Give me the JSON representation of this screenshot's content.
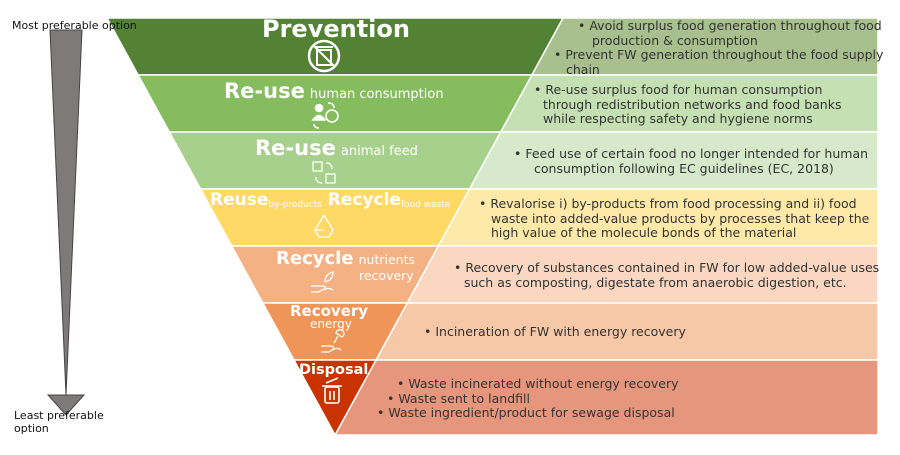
{
  "scale": {
    "top_label": "Most preferable option",
    "bottom_label": "Least preferable option"
  },
  "levels": [
    {
      "title": "Prevention",
      "subtitle": "",
      "icon": "no-waste-bin-icon",
      "color": "#548235",
      "light": "#a8bf8e",
      "desc": [
        "• Avoid surplus food generation throughout food",
        "production & consumption",
        "• Prevent FW generation throughout the food supply",
        "chain"
      ]
    },
    {
      "title": "Re-use",
      "subtitle": "human consumption",
      "icon": "people-exchange-icon",
      "color": "#84bc5e",
      "light": "#c5e0b3",
      "desc": [
        "• Re-use surplus food for human consumption",
        "through redistribution networks and food banks",
        "while respecting safety and hygiene norms"
      ]
    },
    {
      "title": "Re-use",
      "subtitle": "animal feed",
      "icon": "boxes-exchange-icon",
      "color": "#a8d08d",
      "light": "#d6e9cb",
      "desc": [
        "• Feed use of certain food no longer intended for human",
        "consumption following EC guidelines (EC, 2018)"
      ]
    },
    {
      "title": "Reuse",
      "sub1": "by-products",
      "title2": "Recycle",
      "sub2": "food waste",
      "icon": "recycle-icon",
      "color": "#ffd966",
      "light": "#ffe9a9",
      "desc": [
        "• Revalorise i) by-products from food processing and ii) food",
        "waste into added-value products by processes that keep the",
        "high value of the molecule bonds of the material"
      ]
    },
    {
      "title": "Recycle",
      "subtitle": "nutrients",
      "subtitle2": "recovery",
      "icon": "hand-plant-icon",
      "color": "#f4b183",
      "light": "#f9d7c1",
      "desc": [
        "• Recovery of substances contained in FW for low added-value uses",
        "such as composting, digestate from anaerobic digestion, etc."
      ]
    },
    {
      "title": "Recovery",
      "subtitle": "energy",
      "icon": "hand-plug-icon",
      "color": "#f09558",
      "light": "#f7c8a8",
      "desc": [
        "• Incineration of FW with energy recovery"
      ]
    },
    {
      "title": "Disposal",
      "subtitle": "",
      "icon": "trash-bin-icon",
      "color": "#c93300",
      "light": "#e5967c",
      "desc": [
        "• Waste incinerated without energy recovery",
        "• Waste sent to landfill",
        "• Waste ingredient/product for sewage disposal"
      ]
    }
  ]
}
